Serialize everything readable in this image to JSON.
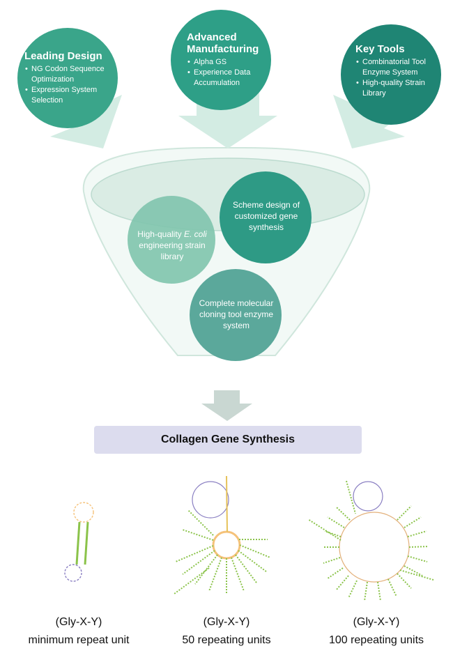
{
  "top_circles": [
    {
      "title": "Leading Design",
      "items": [
        "NG Codon Sequence Optimization",
        "Expression System Selection"
      ],
      "color": "#3aa58a"
    },
    {
      "title": "Advanced Manufacturing",
      "items": [
        "Alpha GS",
        "Experience Data Accumulation"
      ],
      "color": "#2e9f87"
    },
    {
      "title": "Key Tools",
      "items": [
        "Combinatorial Tool Enzyme System",
        "High-quality Strain Library"
      ],
      "color": "#1f8574"
    }
  ],
  "funnel_circles": [
    {
      "text_before": "High-quality ",
      "text_italic": "E. coli",
      "text_after": " engineering strain library"
    },
    {
      "text": "Scheme design of customized gene synthesis"
    },
    {
      "text": "Complete molecular cloning tool enzyme system"
    }
  ],
  "result_label": "Collagen Gene Synthesis",
  "structures": [
    {
      "formula": "(Gly-X-Y)",
      "description": "minimum repeat unit"
    },
    {
      "formula": "(Gly-X-Y)",
      "description": "50 repeating units"
    },
    {
      "formula": "(Gly-X-Y)",
      "description": "100 repeating units"
    }
  ],
  "colors": {
    "arrow": "#d3ece3",
    "funnel_fill": "#f2f9f6",
    "funnel_stroke": "#cfe6dc",
    "banner": "#dcdcee",
    "stem_green": "#8bc34a",
    "loop_orange": "#f5c27a",
    "loop_purple": "#8a7fc2"
  }
}
